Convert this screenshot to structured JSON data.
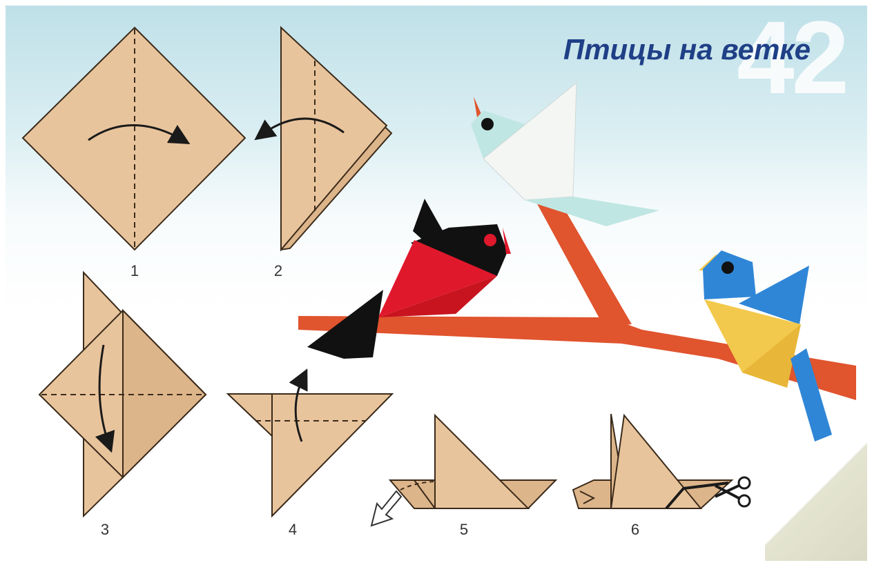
{
  "header": {
    "title": "Птицы на ветке",
    "page_number": "42"
  },
  "steps": [
    {
      "label": "1"
    },
    {
      "label": "2"
    },
    {
      "label": "3"
    },
    {
      "label": "4"
    },
    {
      "label": "5"
    },
    {
      "label": "6"
    }
  ],
  "colors": {
    "paper": "#e8c49c",
    "paper_dark": "#ddb58a",
    "outline": "#3a2a1a",
    "branch": "#e0542e",
    "title": "#1f3f86",
    "bullfinch_red": "#e0182c",
    "bird_mint": "#bfe6e2",
    "bird_blue": "#2f86d6",
    "bird_yellow": "#f2c94c"
  },
  "icons": [
    "fold-arrow-icon",
    "scissors-icon",
    "pull-arrow-icon"
  ]
}
